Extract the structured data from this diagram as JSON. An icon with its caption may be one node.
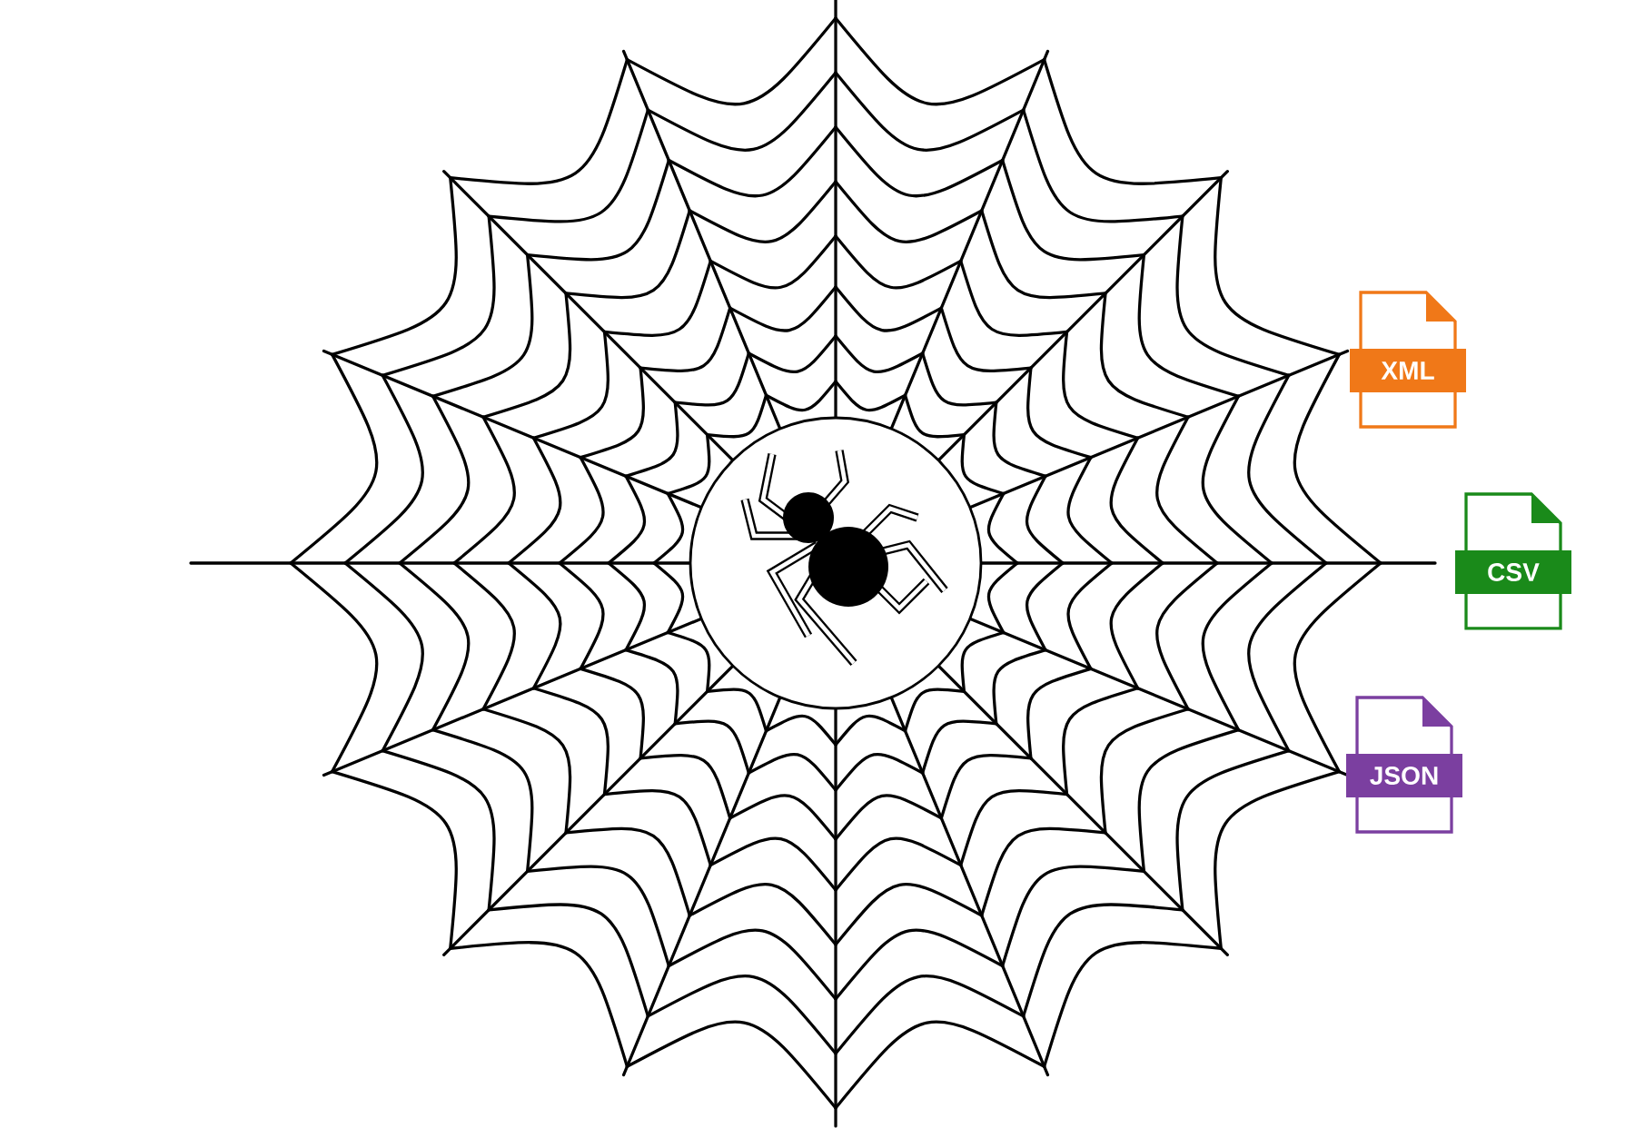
{
  "diagram": {
    "nodes": [
      {
        "text": [
          "XML"
        ]
      },
      {
        "text": [
          "CSV"
        ]
      },
      {
        "text": [
          "JSON"
        ]
      }
    ]
  }
}
